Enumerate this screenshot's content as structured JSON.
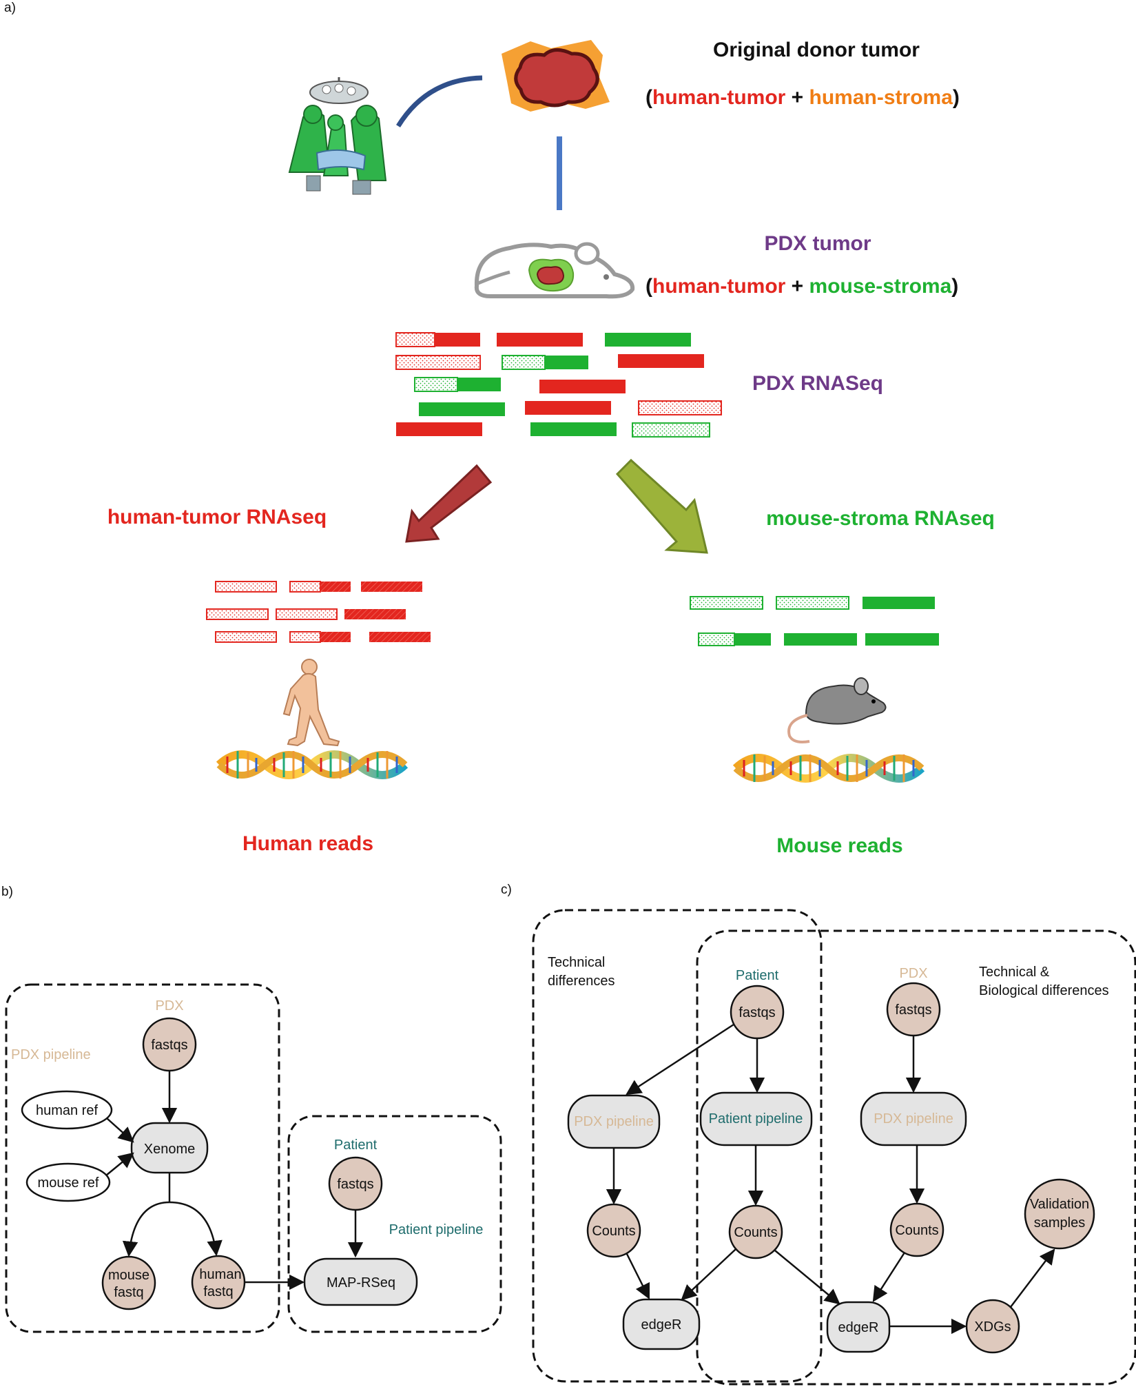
{
  "panel_a": {
    "label": "a)",
    "donor_title": "Original donor tumor",
    "donor_paren_open": "(",
    "donor_part1": "human-tumor",
    "donor_plus": " + ",
    "donor_part2": "human-stroma",
    "donor_paren_close": ")",
    "pdx_tumor_title": "PDX tumor",
    "pdx_paren_open": "(",
    "pdx_part1": "human-tumor",
    "pdx_plus": " + ",
    "pdx_part2": "mouse-stroma",
    "pdx_paren_close": ")",
    "pdx_rnaseq": "PDX RNASeq",
    "human_rnaseq": "human-tumor RNAseq",
    "mouse_rnaseq": "mouse-stroma RNAseq",
    "human_reads": "Human reads",
    "mouse_reads": "Mouse reads"
  },
  "panel_b": {
    "label": "b)",
    "pdx_source": "PDX",
    "pdx_pipeline": "PDX pipeline",
    "fastqs": "fastqs",
    "human_ref": "human ref",
    "mouse_ref": "mouse ref",
    "xenome": "Xenome",
    "mouse_fastq_1": "mouse",
    "mouse_fastq_2": "fastq",
    "human_fastq_1": "human",
    "human_fastq_2": "fastq",
    "patient_source": "Patient",
    "patient_fastqs": "fastqs",
    "patient_pipeline": "Patient pipeline",
    "map_rseq": "MAP-RSeq"
  },
  "panel_c": {
    "label": "c)",
    "technical_1": "Technical",
    "technical_2": "differences",
    "tech_bio_1": "Technical &",
    "tech_bio_2": "Biological differences",
    "patient_source": "Patient",
    "pdx_source": "PDX",
    "fastqs_patient": "fastqs",
    "fastqs_pdx": "fastqs",
    "pdx_pipeline_left": "PDX pipeline",
    "patient_pipeline": "Patient pipeline",
    "pdx_pipeline_right": "PDX pipeline",
    "counts_left": "Counts",
    "counts_mid": "Counts",
    "counts_right": "Counts",
    "edger_left": "edgeR",
    "edger_right": "edgeR",
    "xdgs": "XDGs",
    "validation_1": "Validation",
    "validation_2": "samples"
  },
  "colors": {
    "human": "#e3261f",
    "mouse": "#1eb131",
    "stroma_orange": "#f07d14",
    "purple": "#6e3a88",
    "tan": "#d6b895",
    "teal": "#1e6c6c",
    "node_fill": "#dec9bd",
    "pipe_fill": "#e4e4e4"
  }
}
